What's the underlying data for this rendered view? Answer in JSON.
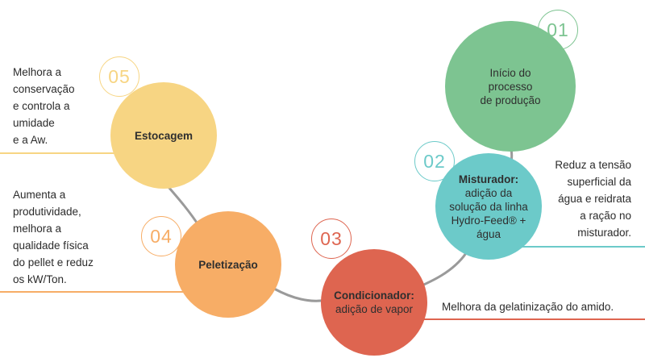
{
  "colors": {
    "step_01": "#7dc491",
    "step_02": "#6ccac9",
    "step_03": "#de6550",
    "step_04": "#f7ad66",
    "step_05": "#f7d583",
    "connector": "#9a9a9a"
  },
  "steps": [
    {
      "number": "01",
      "lines": [
        "Início do",
        "processo",
        "de produção"
      ]
    },
    {
      "number": "02",
      "title": "Misturador:",
      "lines": [
        "adição da",
        "solução da linha",
        "Hydro-Feed® +",
        "água"
      ],
      "note": [
        "Reduz a tensão",
        "superficial da",
        "água e reidrata",
        "a ração no",
        "misturador."
      ]
    },
    {
      "number": "03",
      "title": "Condicionador:",
      "lines": [
        "adição de vapor"
      ],
      "note": [
        "Melhora da gelatinização do amido."
      ]
    },
    {
      "number": "04",
      "title": "Peletização",
      "note": [
        "Aumenta a",
        "produtividade,",
        "melhora a",
        "qualidade física",
        "do pellet e reduz",
        "os kW/Ton."
      ]
    },
    {
      "number": "05",
      "title": "Estocagem",
      "note": [
        "Melhora a",
        "conservação",
        "e controla a",
        "umidade",
        "e a Aw."
      ]
    }
  ]
}
